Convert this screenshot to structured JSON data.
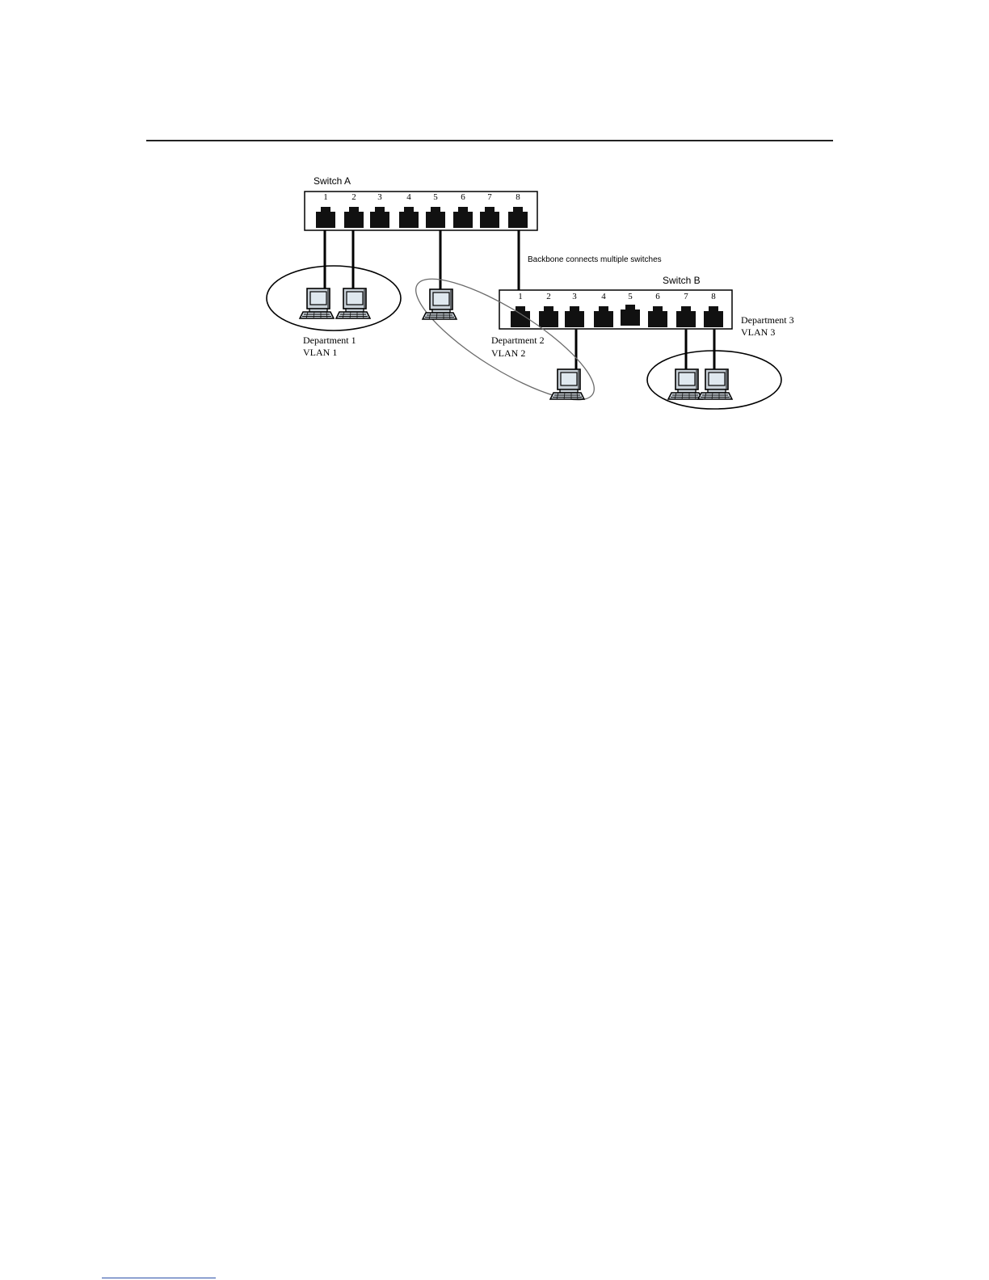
{
  "switch_a": {
    "label": "Switch A",
    "ports": [
      "1",
      "2",
      "3",
      "4",
      "5",
      "6",
      "7",
      "8"
    ]
  },
  "switch_b": {
    "label": "Switch B",
    "ports": [
      "1",
      "2",
      "3",
      "4",
      "5",
      "6",
      "7",
      "8"
    ]
  },
  "backbone": {
    "label": "Backbone connects multiple switches"
  },
  "departments": [
    {
      "name": "Department 1",
      "vlan": "VLAN 1"
    },
    {
      "name": "Department 2",
      "vlan": "VLAN 2"
    },
    {
      "name": "Department 3",
      "vlan": "VLAN 3"
    }
  ],
  "icons": {
    "port": "ethernet-port-icon",
    "computer": "desktop-computer-icon"
  },
  "colors": {
    "line": "#000000",
    "port": "#111111",
    "computer_screen": "#dfe8ef",
    "computer_body": "#c9d1d8",
    "ellipse": "#000000",
    "ellipse_dept2": "#6b6b6b"
  }
}
